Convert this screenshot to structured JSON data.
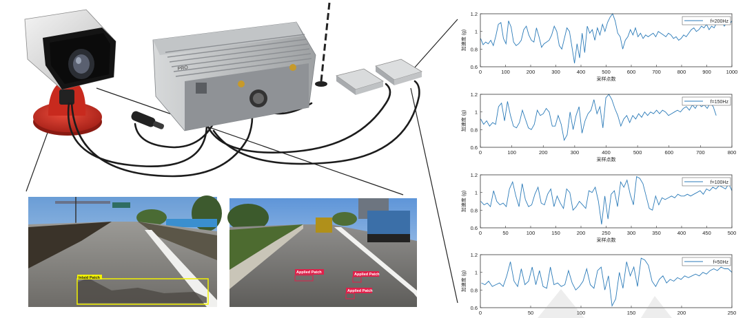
{
  "hardware": {
    "camera_label": "",
    "box_label": "PRO"
  },
  "road_images": [
    {
      "detections": [
        {
          "label": "Inlaid Patch",
          "color": "#f2f200"
        }
      ]
    },
    {
      "detections": [
        {
          "label": "Applied Patch",
          "color": "#e0204a"
        },
        {
          "label": "Applied Patch",
          "color": "#e0204a"
        },
        {
          "label": "Applied Patch",
          "color": "#e0204a"
        }
      ]
    }
  ],
  "chart_data": [
    {
      "type": "line",
      "ylabel": "加速度 (g)",
      "xlabel": "采样点数",
      "ylim": [
        0.6,
        1.2
      ],
      "yticks": [
        0.6,
        0.8,
        1,
        1.2
      ],
      "xlim": [
        0,
        1000
      ],
      "xticks": [
        0,
        100,
        200,
        300,
        400,
        500,
        600,
        700,
        800,
        900,
        1000
      ],
      "series": [
        {
          "name": "f=200Hz",
          "color": "#2a7ab8",
          "n": 1000,
          "values": [
            0.92,
            0.85,
            0.88,
            0.86,
            0.9,
            0.84,
            0.95,
            1.08,
            1.1,
            0.92,
            0.86,
            1.12,
            1.05,
            0.88,
            0.84,
            0.86,
            0.9,
            1.02,
            1.06,
            0.96,
            0.9,
            0.88,
            1.04,
            0.94,
            0.82,
            0.86,
            0.88,
            0.9,
            0.96,
            1.06,
            1.0,
            0.84,
            0.8,
            0.92,
            1.04,
            1.0,
            0.82,
            0.64,
            0.86,
            0.7,
            0.98,
            0.76,
            1.06,
            0.98,
            1.02,
            0.9,
            1.04,
            0.96,
            1.08,
            1.0,
            1.1,
            1.16,
            1.2,
            1.12,
            0.98,
            0.94,
            0.8,
            0.9,
            0.94,
            1.02,
            0.96,
            1.04,
            0.94,
            0.98,
            0.92,
            0.96,
            0.94,
            0.96,
            0.98,
            0.94,
            1.0,
            0.98,
            0.96,
            0.94,
            0.98,
            0.96,
            0.92,
            0.94,
            0.9,
            0.92,
            0.96,
            0.94,
            0.98,
            1.02,
            1.04,
            1.0,
            1.02,
            1.06,
            1.04,
            1.08,
            1.02,
            1.06,
            1.04,
            1.1,
            1.08,
            1.12,
            1.06,
            1.1,
            1.08,
            1.12
          ]
        }
      ]
    },
    {
      "type": "line",
      "ylabel": "加速度 (g)",
      "xlabel": "采样点数",
      "ylim": [
        0.6,
        1.2
      ],
      "yticks": [
        0.6,
        0.8,
        1,
        1.2
      ],
      "xlim": [
        0,
        800
      ],
      "xticks": [
        0,
        100,
        200,
        300,
        400,
        500,
        600,
        700,
        800
      ],
      "series": [
        {
          "name": "f=150Hz",
          "color": "#2a7ab8",
          "n": 750,
          "values": [
            0.92,
            0.86,
            0.9,
            0.84,
            0.88,
            0.86,
            1.06,
            1.1,
            0.9,
            1.12,
            0.96,
            0.84,
            0.82,
            0.88,
            1.02,
            0.92,
            0.82,
            0.8,
            0.86,
            1.02,
            0.96,
            0.98,
            1.04,
            1.0,
            0.84,
            0.84,
            0.96,
            0.86,
            0.68,
            0.74,
            1.0,
            0.8,
            0.96,
            1.06,
            0.76,
            0.9,
            0.98,
            1.02,
            1.14,
            0.98,
            1.06,
            0.82,
            1.16,
            1.2,
            1.14,
            1.04,
            0.96,
            0.84,
            0.92,
            0.96,
            0.88,
            0.96,
            0.92,
            0.98,
            0.94,
            1.0,
            0.96,
            1.0,
            0.98,
            1.02,
            0.98,
            1.02,
            1.0,
            0.96,
            0.98,
            1.0,
            1.02,
            1.0,
            1.04,
            1.06,
            1.02,
            1.08,
            1.04,
            1.1,
            1.06,
            1.08,
            1.04,
            1.1,
            1.06,
            0.96
          ]
        }
      ]
    },
    {
      "type": "line",
      "ylabel": "加速度 (g)",
      "xlabel": "采样点数",
      "ylim": [
        0.6,
        1.2
      ],
      "yticks": [
        0.6,
        0.8,
        1,
        1.2
      ],
      "xlim": [
        0,
        500
      ],
      "xticks": [
        0,
        50,
        100,
        150,
        200,
        250,
        300,
        350,
        400,
        450,
        500
      ],
      "series": [
        {
          "name": "f=100Hz",
          "color": "#2a7ab8",
          "n": 500,
          "values": [
            0.9,
            0.86,
            0.88,
            0.84,
            1.02,
            0.9,
            0.86,
            0.88,
            0.84,
            1.04,
            1.12,
            0.96,
            0.84,
            1.1,
            0.92,
            0.84,
            0.86,
            0.98,
            1.06,
            0.88,
            0.86,
            0.98,
            1.04,
            0.84,
            0.96,
            0.88,
            0.82,
            1.04,
            1.0,
            0.8,
            0.84,
            0.9,
            0.86,
            0.82,
            1.02,
            1.0,
            1.06,
            0.9,
            0.64,
            0.96,
            0.7,
            0.98,
            1.02,
            0.84,
            1.12,
            1.06,
            1.14,
            0.98,
            0.86,
            1.18,
            1.16,
            1.1,
            0.96,
            0.82,
            0.8,
            0.96,
            0.86,
            0.94,
            0.92,
            0.94,
            0.96,
            0.94,
            0.98,
            0.96,
            0.96,
            0.98,
            0.96,
            0.98,
            1.0,
            1.02,
            0.98,
            1.04,
            1.02,
            1.06,
            1.04,
            1.08,
            1.06,
            1.04,
            1.1,
            1.02
          ]
        }
      ]
    },
    {
      "type": "line",
      "ylabel": "加速度 (g)",
      "xlabel": "",
      "ylim": [
        0.6,
        1.2
      ],
      "yticks": [
        0.6,
        0.8,
        1,
        1.2
      ],
      "xlim": [
        0,
        250
      ],
      "xticks": [
        0,
        50,
        100,
        150,
        200,
        250
      ],
      "series": [
        {
          "name": "f=50Hz",
          "color": "#2a7ab8",
          "n": 250,
          "values": [
            0.88,
            0.86,
            0.9,
            0.84,
            0.86,
            0.88,
            0.84,
            0.96,
            1.12,
            0.9,
            0.84,
            1.04,
            0.86,
            0.9,
            1.06,
            0.86,
            1.02,
            0.84,
            0.82,
            1.06,
            0.86,
            0.88,
            0.84,
            0.86,
            1.02,
            0.88,
            0.8,
            0.84,
            0.9,
            1.04,
            0.86,
            0.82,
            1.02,
            1.06,
            0.8,
            0.96,
            0.62,
            0.7,
            1.0,
            0.82,
            1.12,
            0.96,
            1.06,
            0.84,
            1.16,
            1.14,
            1.08,
            0.9,
            0.84,
            0.92,
            0.96,
            0.88,
            0.92,
            0.9,
            0.94,
            0.92,
            0.96,
            0.94,
            0.96,
            0.98,
            0.96,
            1.0,
            0.98,
            1.02,
            1.04,
            1.02,
            1.06,
            1.04,
            1.04,
            1.0
          ]
        }
      ]
    }
  ]
}
